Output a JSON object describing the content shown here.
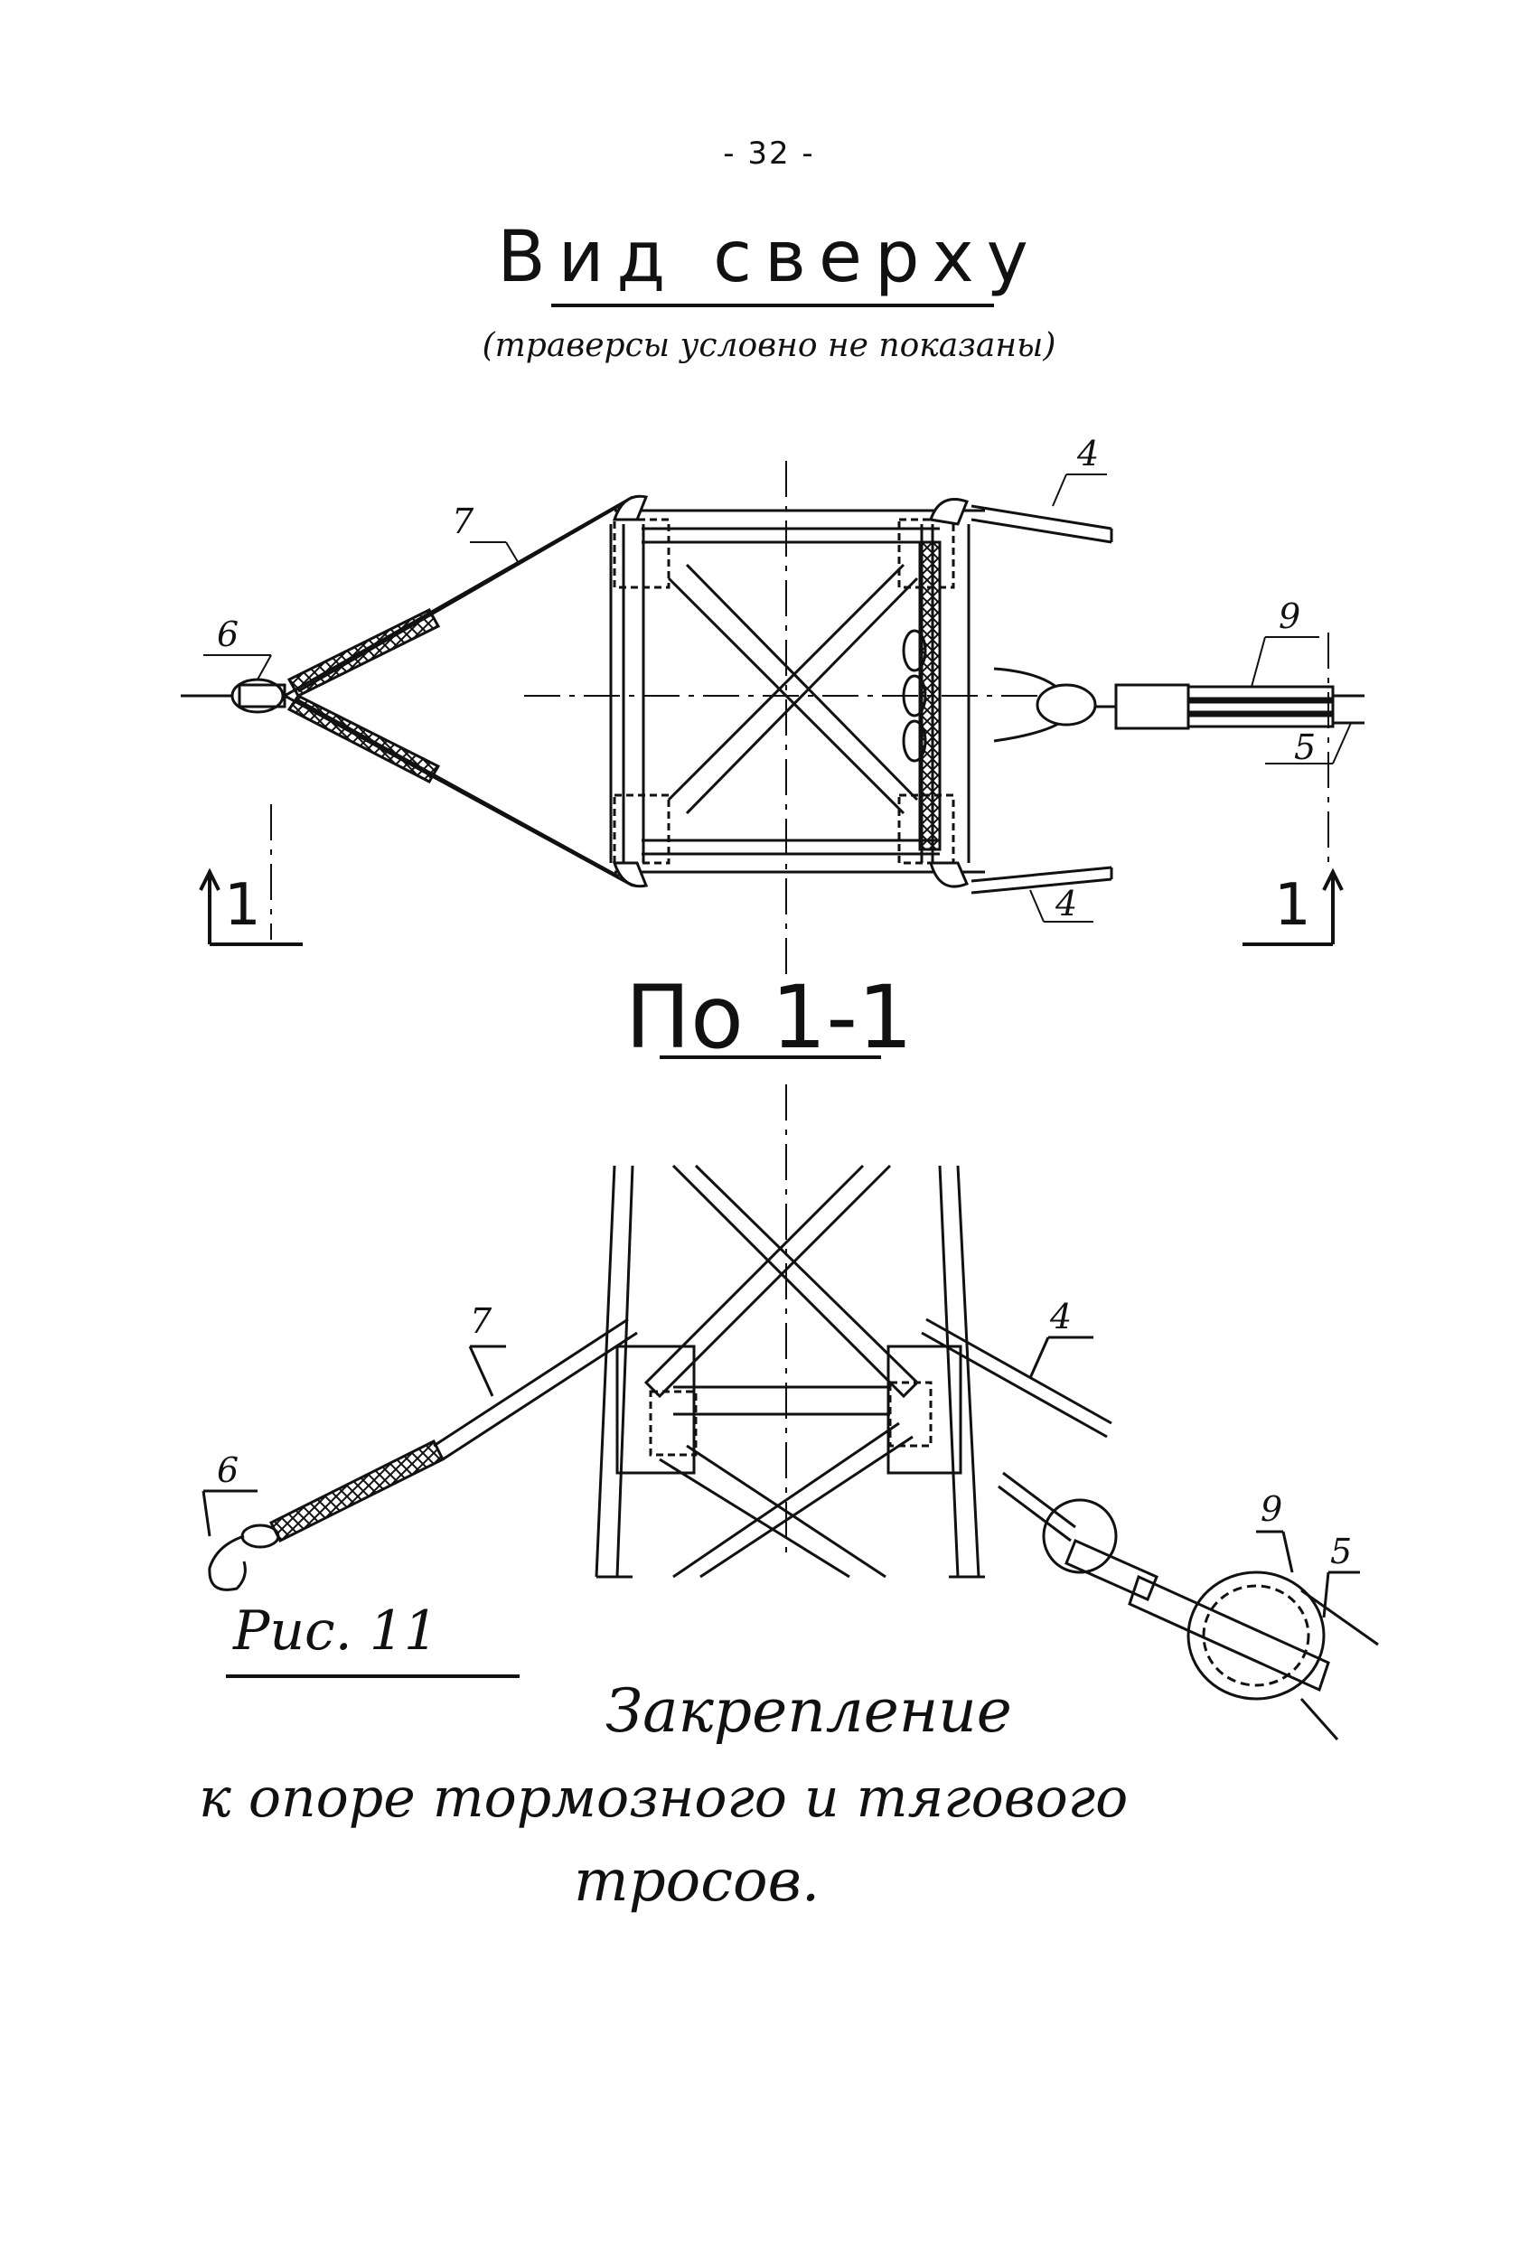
{
  "page_number": "- 32 -",
  "top_view": {
    "title": "Вид сверху",
    "subtitle": "(траверсы условно не показаны)"
  },
  "section": {
    "title": "По 1-1",
    "cut_mark": "1"
  },
  "callouts": {
    "n4": "4",
    "n5": "5",
    "n6": "6",
    "n7": "7",
    "n9": "9"
  },
  "figure": {
    "label": "Рис. 11",
    "caption_line1": "Закрепление",
    "caption_line2": "к опоре тормозного и тягового",
    "caption_line3": "тросов."
  }
}
